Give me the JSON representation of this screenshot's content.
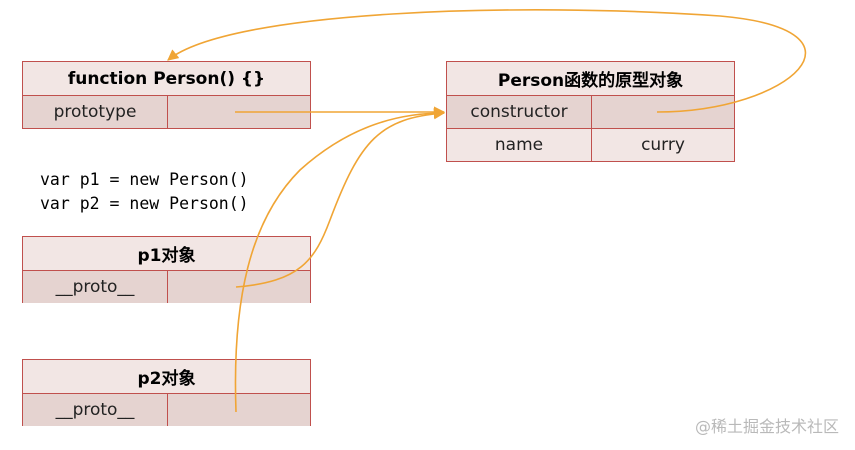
{
  "person_fn": {
    "title": "function Person() {}",
    "rows": [
      [
        "prototype",
        ""
      ]
    ]
  },
  "prototype_obj": {
    "title": "Person函数的原型对象",
    "rows": [
      [
        "constructor",
        ""
      ],
      [
        "name",
        "curry"
      ]
    ]
  },
  "code": {
    "line1": "var p1 = new Person()",
    "line2": "var p2 = new Person()"
  },
  "p1_obj": {
    "title": "p1对象",
    "rows": [
      [
        "__proto__",
        ""
      ]
    ]
  },
  "p2_obj": {
    "title": "p2对象",
    "rows": [
      [
        "__proto__",
        ""
      ]
    ]
  },
  "colors": {
    "arrow": "#f0a535",
    "border": "#c0504d",
    "header_fill": "#f2e6e4",
    "cell_fill": "#e5d3d0"
  },
  "watermark": "@稀土掘金技术社区"
}
